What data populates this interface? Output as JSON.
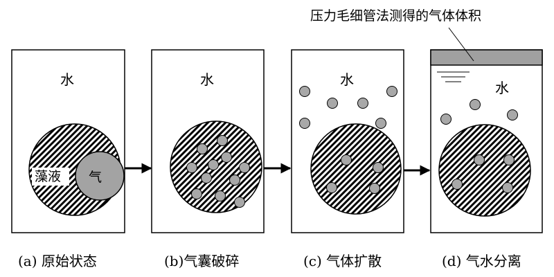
{
  "top_label": "压力毛细管法测得的气体体积",
  "panels": [
    {
      "water_label": "水",
      "caption": "(a) 原始状态",
      "algae_label": "藻液",
      "gas_label": "气"
    },
    {
      "water_label": "水",
      "caption": "(b)气囊破碎"
    },
    {
      "water_label": "水",
      "caption": "(c) 气体扩散"
    },
    {
      "water_label": "水",
      "caption": "(d) 气水分离"
    }
  ],
  "colors": {
    "outline": "#000000",
    "bubble_fill": "#a8a8a8",
    "gas_fill": "#a3a3a3",
    "cap_fill": "#a0a0a0",
    "background": "#ffffff"
  }
}
